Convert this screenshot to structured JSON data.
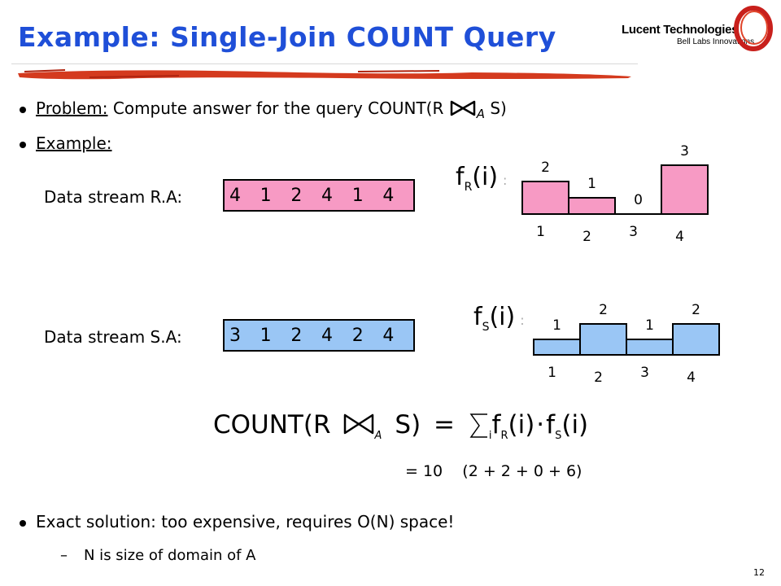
{
  "title": "Example: Single-Join COUNT Query",
  "logo": {
    "line1": "Lucent Technologies",
    "line2": "Bell Labs Innovations"
  },
  "bullets": {
    "problem_label": "Problem:",
    "problem_text": " Compute answer for the query COUNT(R ",
    "problem_sub": "A",
    "problem_end": " S)",
    "example_label": "Example:"
  },
  "streams": [
    {
      "label": "Data stream R.A:",
      "values": [
        "4",
        "1",
        "2",
        "4",
        "1",
        "4"
      ],
      "color": "#f79ac4"
    },
    {
      "label": "Data stream S.A:",
      "values": [
        "3",
        "1",
        "2",
        "4",
        "2",
        "4"
      ],
      "color": "#9ac6f5"
    }
  ],
  "histograms": [
    {
      "f": "f",
      "sub": "R",
      "arg": "(i)",
      "colon": ":",
      "domain": [
        "1",
        "2",
        "3",
        "4"
      ],
      "freq": [
        "2",
        "1",
        "0",
        "3"
      ],
      "color": "#f79ac4"
    },
    {
      "f": "f",
      "sub": "S",
      "arg": "(i)",
      "colon": ":",
      "domain": [
        "1",
        "2",
        "3",
        "4"
      ],
      "freq": [
        "1",
        "2",
        "1",
        "2"
      ],
      "color": "#9ac6f5"
    }
  ],
  "formula": {
    "lhs": "COUNT(R",
    "join_sub": "A",
    "lhs_end": "S)",
    "eq": "=",
    "sum_sub": "i",
    "f1": "f",
    "f1_sub": "R",
    "f1_arg": "(i)",
    "dot": "·",
    "f2": "f",
    "f2_sub": "S",
    "f2_arg": "(i)"
  },
  "result": "= 10    (2 + 2 + 0 + 6)",
  "bottom": {
    "exact": "Exact solution: too expensive, requires O(N) space!",
    "dash": "–",
    "domain_note": "N is size of domain of A"
  },
  "slide_number": "12"
}
